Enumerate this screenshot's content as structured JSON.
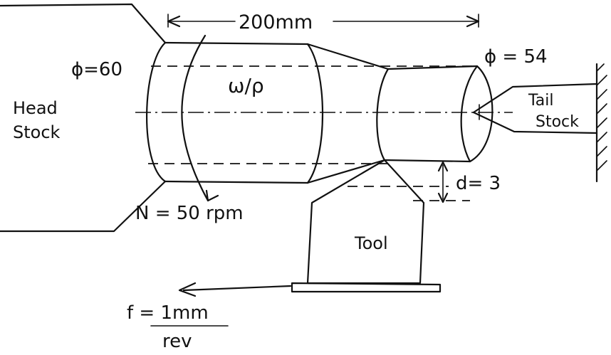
{
  "labels": {
    "length": "200mm",
    "dia_large": "ϕ=60",
    "dia_small": "ϕ = 54",
    "workpiece": "ω/ρ",
    "headstock_line1": "Head",
    "headstock_line2": "Stock",
    "tailstock_line1": "Tail",
    "tailstock_line2": "Stock",
    "depth": "d= 3",
    "speed": "N = 50 rpm",
    "tool": "Tool",
    "feed_numerator": "f = 1mm",
    "feed_denominator": "rev"
  },
  "colors": {
    "ink": "#111111",
    "paper": "#ffffff"
  }
}
